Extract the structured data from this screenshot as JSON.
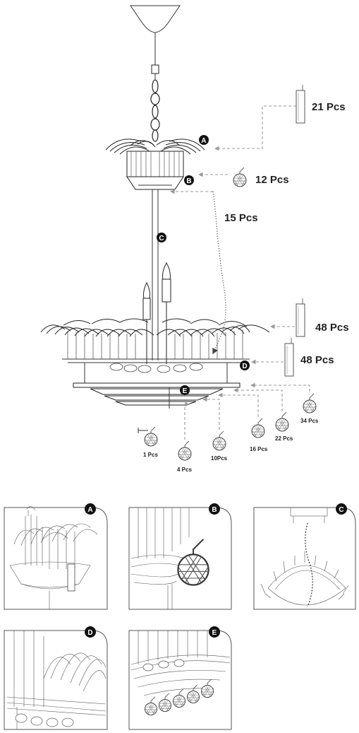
{
  "callouts": {
    "a": "A",
    "b": "B",
    "c": "C",
    "d": "D",
    "e": "E"
  },
  "quantities": {
    "a_pendants": "21 Pcs",
    "b_balls": "12 Pcs",
    "c_strand": "15 Pcs",
    "d_upper_pendants": "48 Pcs",
    "d_lower_pendants": "48 Pcs",
    "e_ball_1": "1 Pcs",
    "e_ball_4": "4 Pcs",
    "e_ball_10": "10Pcs",
    "e_ball_16": "16 Pcs",
    "e_ball_22": "22 Pcs",
    "e_ball_34": "34 Pcs"
  },
  "detail_panels": [
    "A",
    "B",
    "C",
    "D",
    "E"
  ],
  "icons": [
    "crystal-pendant-icon",
    "crystal-ball-icon",
    "chandelier-drawing"
  ]
}
